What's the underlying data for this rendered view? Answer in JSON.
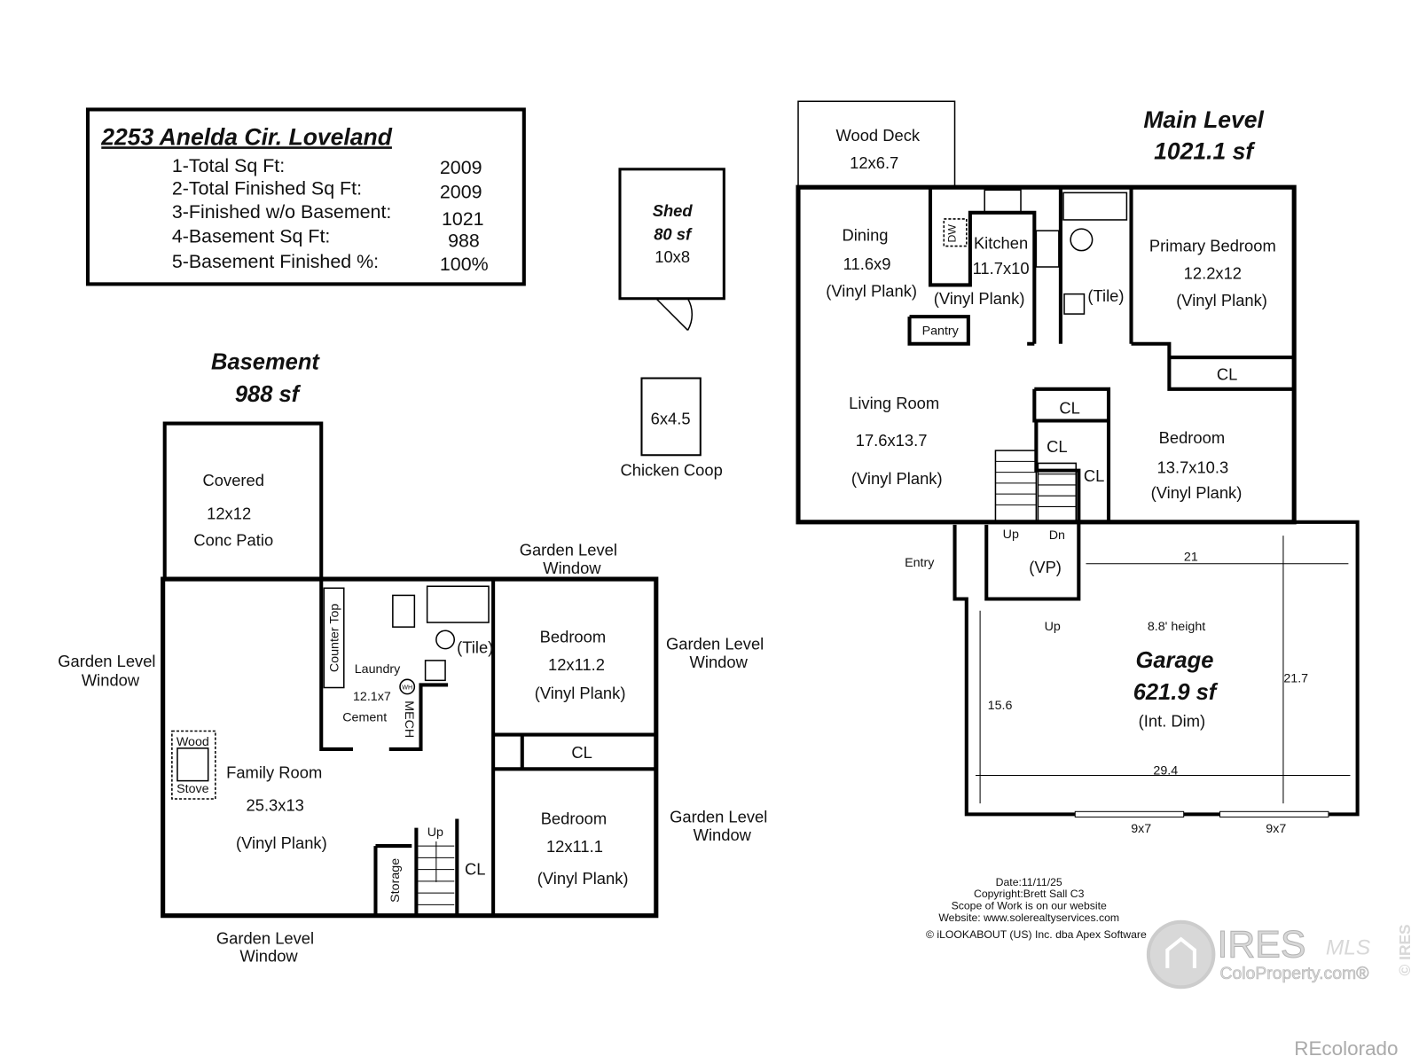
{
  "info_box": {
    "address": "2253 Anelda Cir. Loveland",
    "rows": [
      {
        "label": "1-Total Sq Ft:",
        "value": "2009"
      },
      {
        "label": "2-Total Finished Sq Ft:",
        "value": "2009"
      },
      {
        "label": "3-Finished w/o Basement:",
        "value": "1021"
      },
      {
        "label": "4-Basement Sq Ft:",
        "value": "988"
      },
      {
        "label": "5-Basement Finished %:",
        "value": "100%"
      }
    ]
  },
  "shed": {
    "name": "Shed",
    "area": "80 sf",
    "dims": "10x8"
  },
  "coop": {
    "dims": "6x4.5",
    "name": "Chicken Coop"
  },
  "main_level": {
    "title": "Main Level",
    "area": "1021.1 sf",
    "deck": {
      "name": "Wood Deck",
      "dims": "12x6.7"
    },
    "dining": {
      "name": "Dining",
      "dims": "11.6x9",
      "floor": "(Vinyl Plank)"
    },
    "kitchen": {
      "name": "Kitchen",
      "dims": "11.7x10",
      "floor": "(Vinyl Plank)",
      "dw": "DW"
    },
    "pantry": "Pantry",
    "bath_floor": "(Tile)",
    "primary": {
      "name": "Primary Bedroom",
      "dims": "12.2x12",
      "floor": "(Vinyl Plank)"
    },
    "living": {
      "name": "Living Room",
      "dims": "17.6x13.7",
      "floor": "(Vinyl Plank)"
    },
    "bedroom": {
      "name": "Bedroom",
      "dims": "13.7x10.3",
      "floor": "(Vinyl Plank)"
    },
    "closet": "CL",
    "up": "Up",
    "dn": "Dn",
    "entry": "Entry",
    "vp": "(VP)"
  },
  "garage": {
    "name": "Garage",
    "area": "621.9 sf",
    "note": "(Int. Dim)",
    "height": "8.8' height",
    "dim_top": "21",
    "dim_right": "21.7",
    "dim_left": "15.6",
    "dim_bottom": "29.4",
    "door1": "9x7",
    "door2": "9x7"
  },
  "basement": {
    "title": "Basement",
    "area": "988 sf",
    "patio": {
      "l1": "Covered",
      "l2": "12x12",
      "l3": "Conc Patio"
    },
    "window": [
      "Garden Level",
      "Window"
    ],
    "counter": "Counter Top",
    "laundry": {
      "name": "Laundry",
      "dims": "12.1x7",
      "floor": "Cement"
    },
    "wh": "WH",
    "mech": "MECH",
    "tile": "(Tile)",
    "bedroom1": {
      "name": "Bedroom",
      "dims": "12x11.2",
      "floor": "(Vinyl Plank)"
    },
    "bedroom2": {
      "name": "Bedroom",
      "dims": "12x11.1",
      "floor": "(Vinyl Plank)"
    },
    "family": {
      "name": "Family Room",
      "dims": "25.3x13",
      "floor": "(Vinyl Plank)"
    },
    "stove": [
      "Wood",
      "Stove"
    ],
    "storage": "Storage",
    "closet": "CL",
    "up": "Up"
  },
  "credits": {
    "date": "Date:11/11/25",
    "copyright": "Copyright:Brett Sall C3",
    "scope": "Scope of Work is on our website",
    "website": "Website: www.solerealtyservices.com",
    "software": "© iLOOKABOUT (US) Inc. dba Apex Software"
  },
  "watermark": {
    "brand": "IRES",
    "mls": "MLS",
    "site": "ColoProperty.com®",
    "side": "© IRES",
    "footer": "REcolorado"
  }
}
